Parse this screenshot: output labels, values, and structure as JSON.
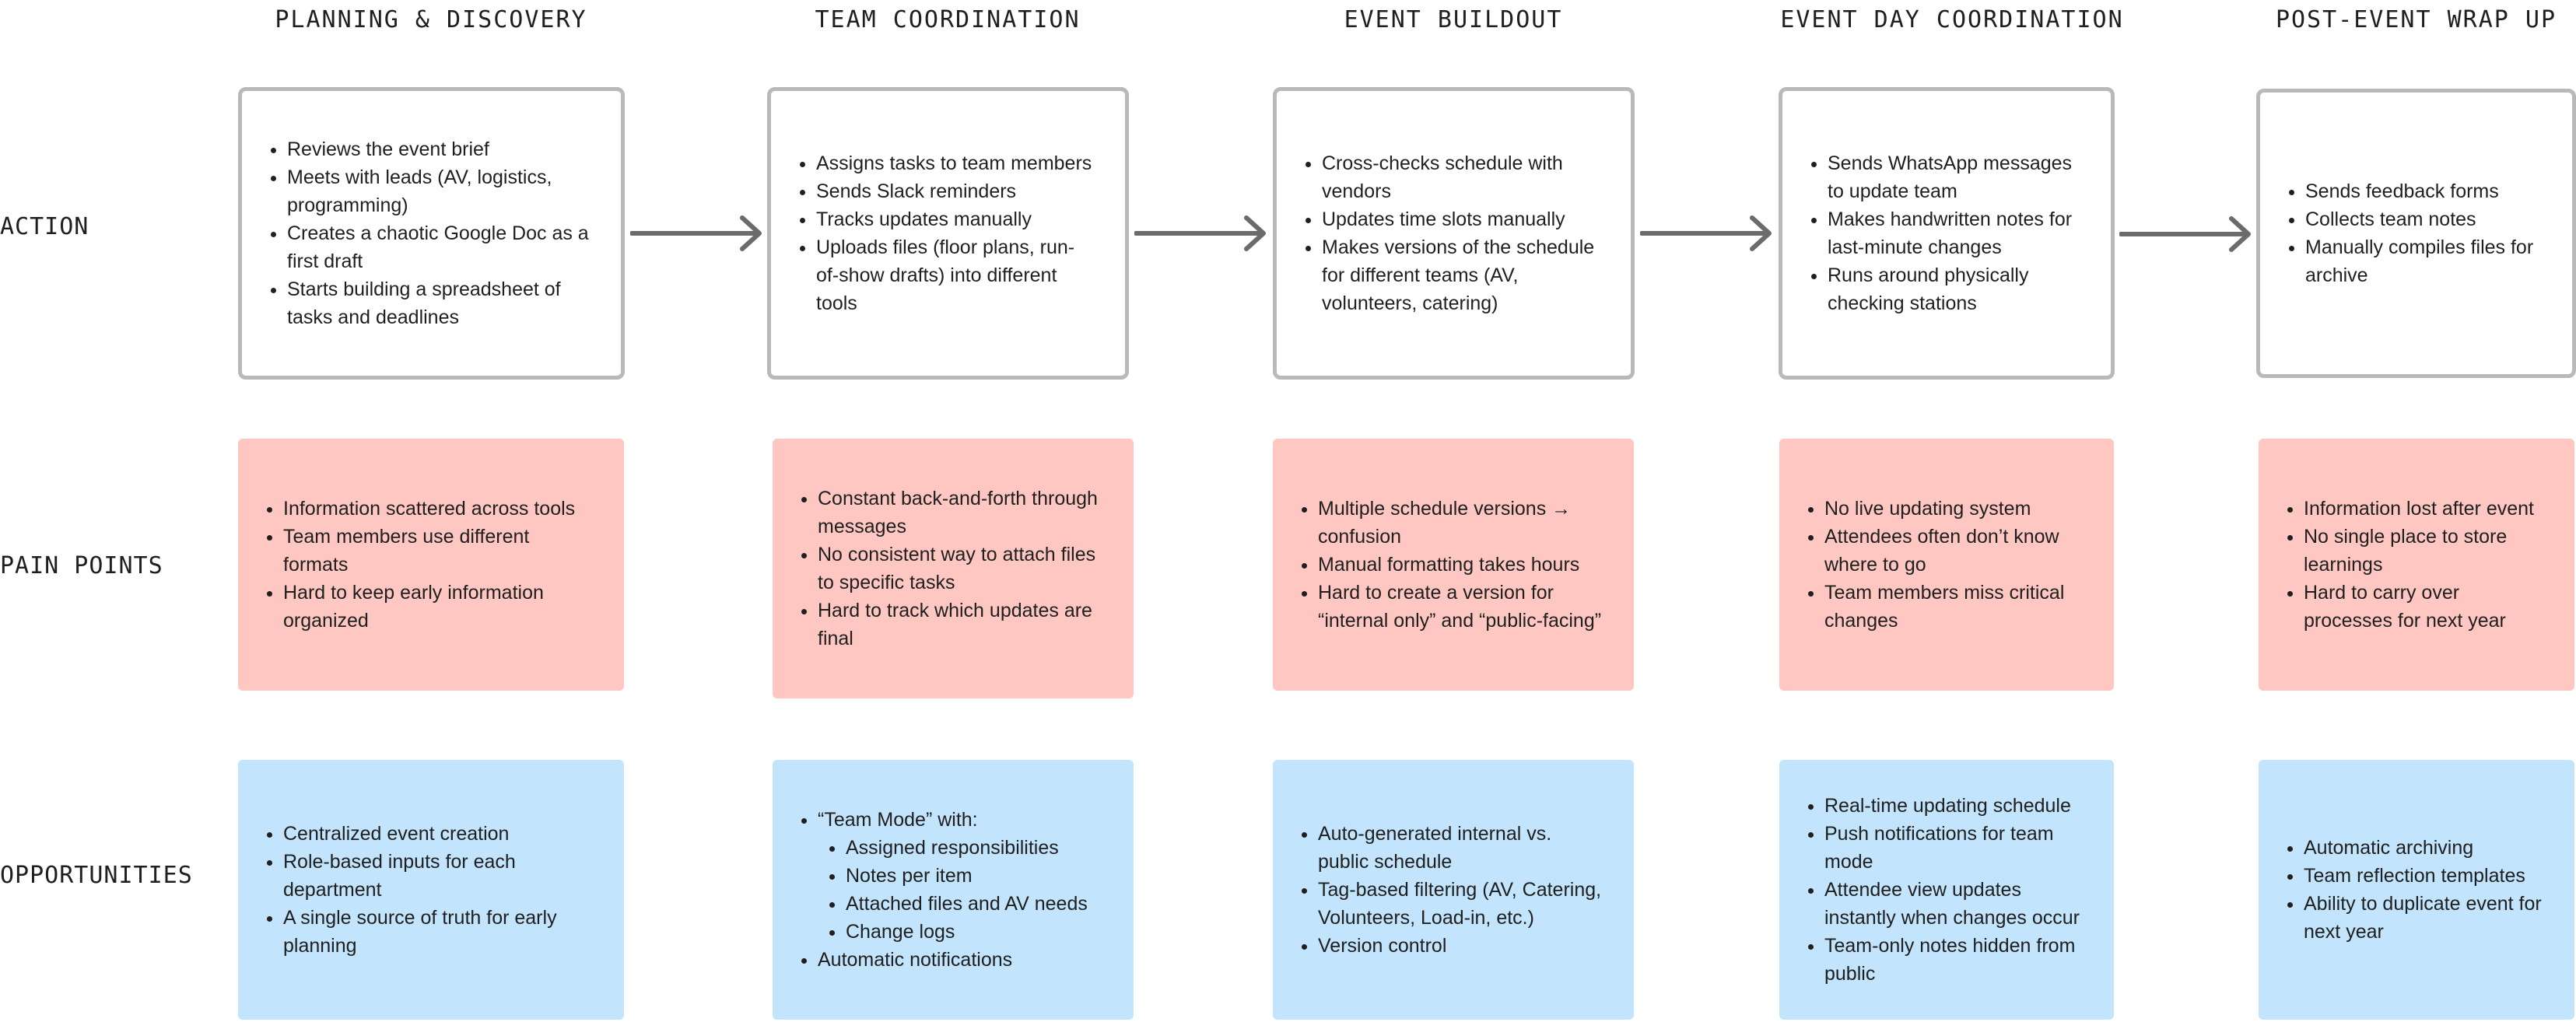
{
  "stages": [
    "PLANNING & DISCOVERY",
    "TEAM COORDINATION",
    "EVENT BUILDOUT",
    "EVENT DAY COORDINATION",
    "POST-EVENT WRAP UP"
  ],
  "rows": {
    "action": "ACTION",
    "pain": "PAIN POINTS",
    "opp": "OPPORTUNITIES"
  },
  "action": [
    [
      "Reviews the event brief",
      "Meets with leads (AV, logistics, programming)",
      "Creates a chaotic Google Doc as a first draft",
      "Starts building a spreadsheet of tasks and deadlines"
    ],
    [
      "Assigns tasks to team members",
      "Sends Slack reminders",
      "Tracks updates manually",
      "Uploads files (floor plans, run-of-show drafts) into different tools"
    ],
    [
      "Cross-checks schedule with vendors",
      "Updates time slots manually",
      "Makes versions of the schedule for different teams (AV, volunteers, catering)"
    ],
    [
      "Sends WhatsApp messages to update team",
      "Makes handwritten notes for last-minute changes",
      "Runs around physically checking stations"
    ],
    [
      "Sends feedback forms",
      "Collects team notes",
      "Manually compiles files for archive"
    ]
  ],
  "pain": [
    [
      "Information scattered across tools",
      "Team members use different formats",
      "Hard to keep early information organized"
    ],
    [
      "Constant back-and-forth through messages",
      "No consistent way to attach files to specific tasks",
      "Hard to track which updates are final"
    ],
    [
      "Multiple schedule versions → confusion",
      "Manual formatting takes hours",
      "Hard to create a version for “internal only” and “public-facing”"
    ],
    [
      "No live updating system",
      "Attendees often don’t know where to go",
      "Team members miss critical changes"
    ],
    [
      "Information lost after event",
      "No single place to store learnings",
      "Hard to carry over processes for next year"
    ]
  ],
  "opp": [
    [
      "Centralized event creation",
      "Role-based inputs for each department",
      "A single source of truth for early planning"
    ],
    [
      "“Team Mode” with:",
      "Automatic notifications"
    ],
    [
      "Auto-generated internal vs. public schedule",
      "Tag-based filtering (AV, Catering, Volunteers, Load-in, etc.)",
      "Version control"
    ],
    [
      "Real-time updating schedule",
      "Push notifications for team mode",
      "Attendee view updates instantly when changes occur",
      "Team-only notes hidden from public"
    ],
    [
      "Automatic archiving",
      "Team reflection templates",
      "Ability to duplicate event for next year"
    ]
  ],
  "team_mode_sub": [
    "Assigned responsibilities",
    "Notes per item",
    "Attached files and AV needs",
    "Change logs"
  ],
  "colors": {
    "action_border": "#b9b9b9",
    "pain_bg": "#ffc7c2",
    "opp_bg": "#c2e4fc",
    "arrow": "#6b6b6b"
  }
}
